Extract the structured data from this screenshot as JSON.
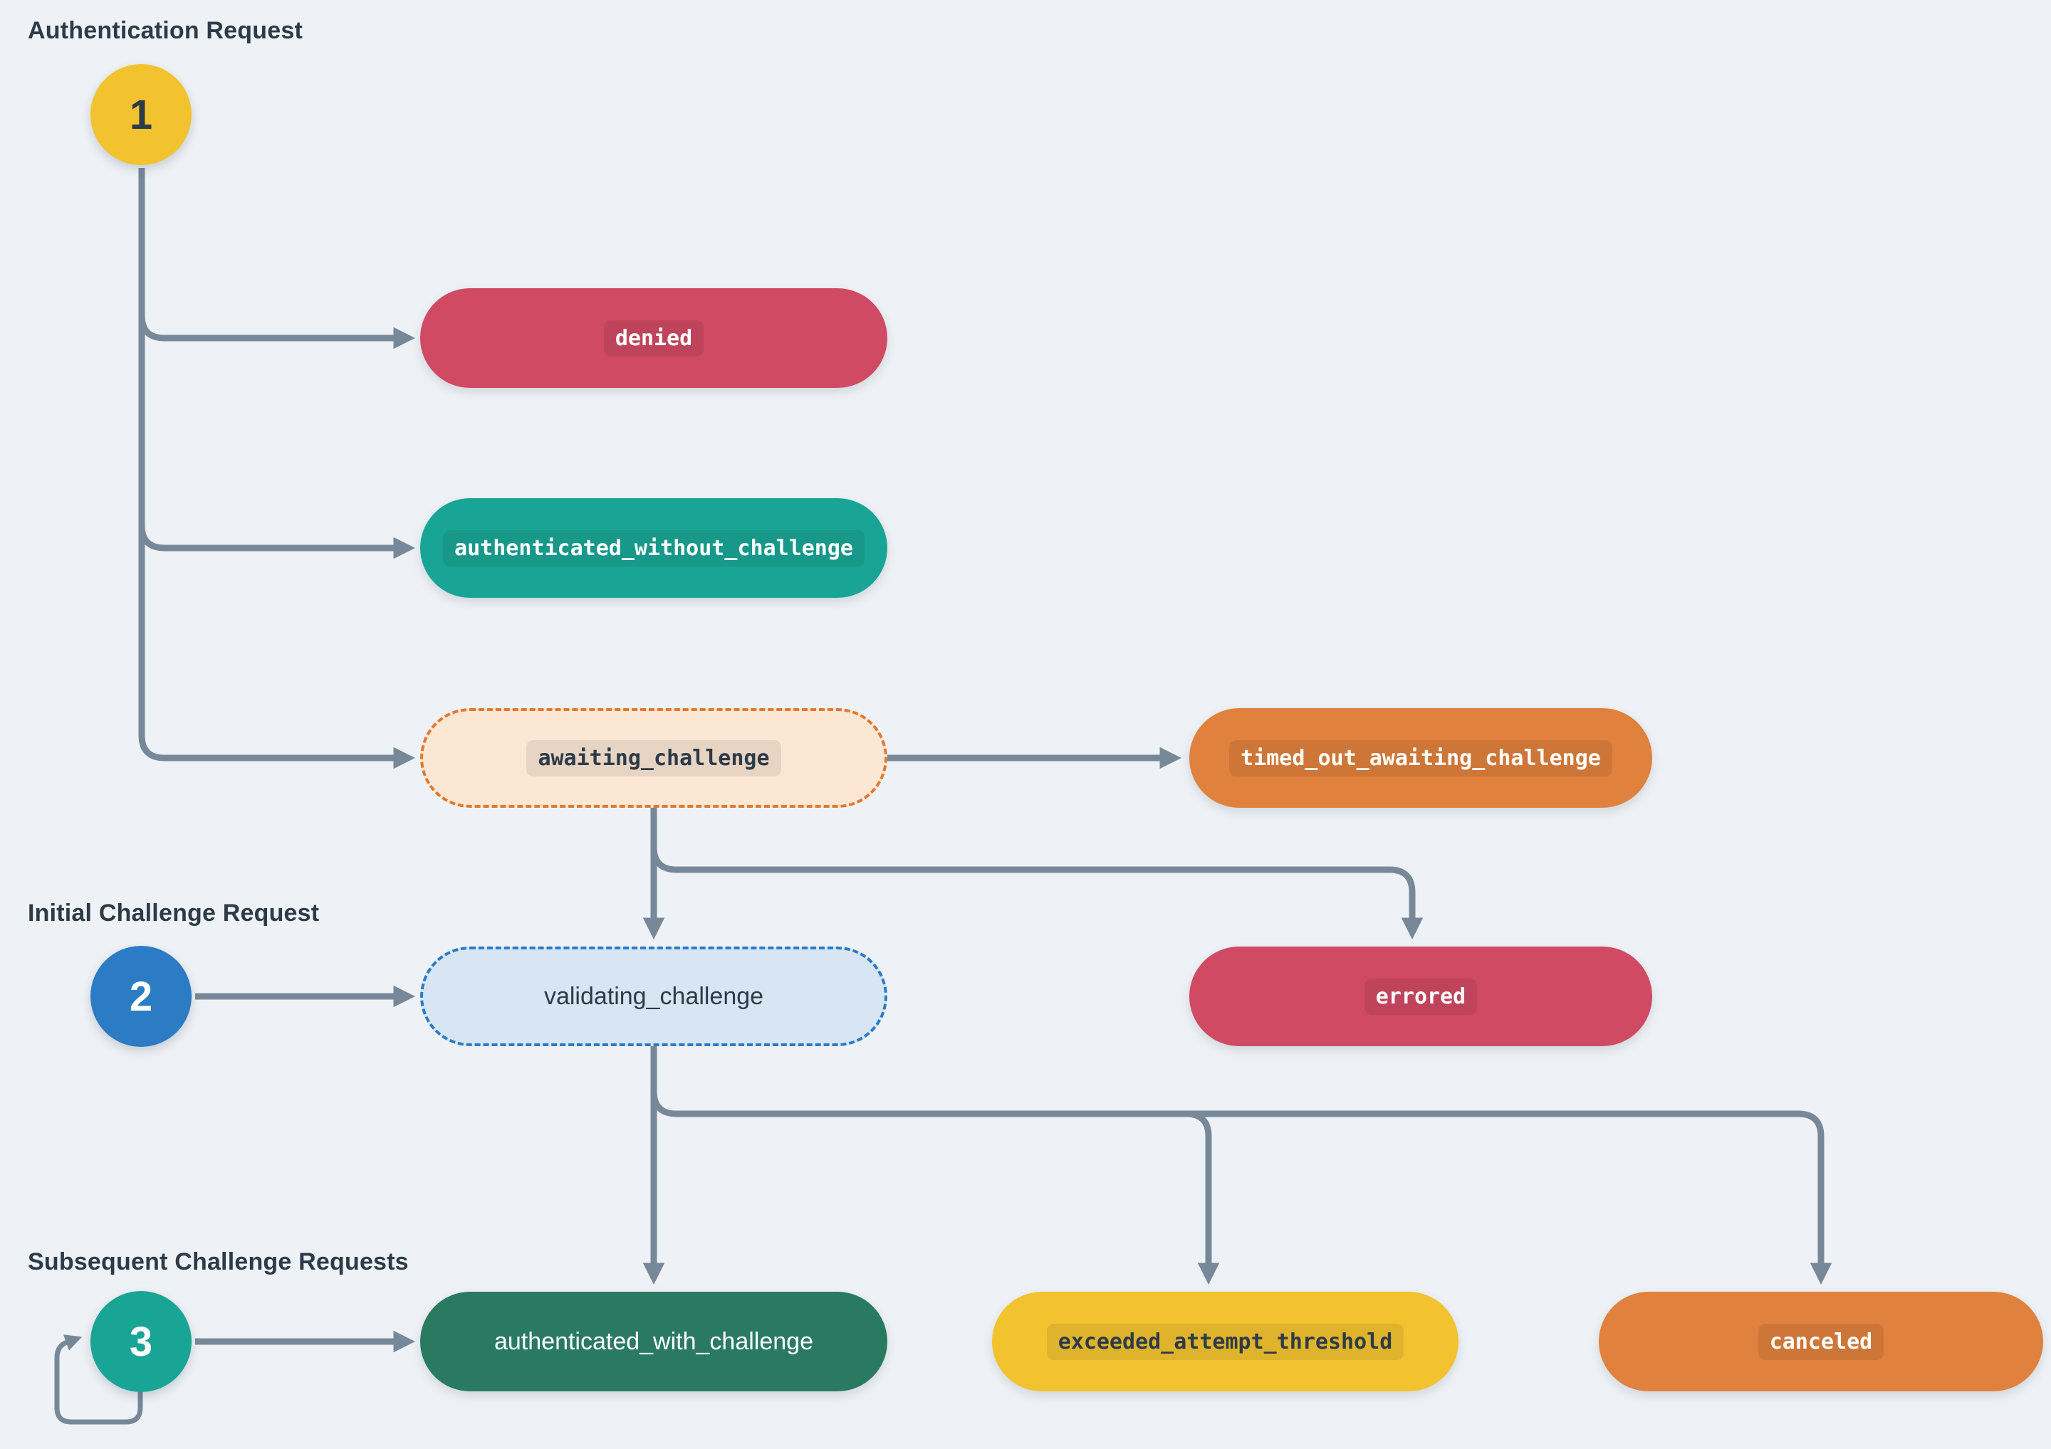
{
  "diagram_type": "state-machine-flowchart",
  "sections": [
    {
      "id": "authentication-request",
      "label": "Authentication Request",
      "step": "1",
      "circle_color": "#f2c32f"
    },
    {
      "id": "initial-challenge-request",
      "label": "Initial Challenge Request",
      "step": "2",
      "circle_color": "#2b7cc5"
    },
    {
      "id": "subsequent-challenge-requests",
      "label": "Subsequent Challenge Requests",
      "step": "3",
      "circle_color": "#19a595"
    }
  ],
  "nodes": {
    "denied": {
      "label": "denied",
      "style": "solid",
      "color": "#d04a63",
      "text_style": "code",
      "text_color": "#ffffff"
    },
    "authenticated_without_challenge": {
      "label": "authenticated_without_challenge",
      "style": "solid",
      "color": "#19a595",
      "text_style": "code",
      "text_color": "#ffffff"
    },
    "awaiting_challenge": {
      "label": "awaiting_challenge",
      "style": "dashed",
      "fill": "#fce6d4",
      "border": "#e0792f",
      "text_style": "code",
      "text_color": "#2d3b48"
    },
    "timed_out_awaiting_challenge": {
      "label": "timed_out_awaiting_challenge",
      "style": "solid",
      "color": "#e0813d",
      "text_style": "code",
      "text_color": "#ffffff"
    },
    "validating_challenge": {
      "label": "validating_challenge",
      "style": "dashed",
      "fill": "#d8e5f3",
      "border": "#2b7cc5",
      "text_style": "plain",
      "text_color": "#2d3b48"
    },
    "errored": {
      "label": "errored",
      "style": "solid",
      "color": "#d04a63",
      "text_style": "code",
      "text_color": "#ffffff"
    },
    "authenticated_with_challenge": {
      "label": "authenticated_with_challenge",
      "style": "solid",
      "color": "#2a7a62",
      "text_style": "plain",
      "text_color": "#ffffff"
    },
    "exceeded_attempt_threshold": {
      "label": "exceeded_attempt_threshold",
      "style": "solid",
      "color": "#f2c32f",
      "text_style": "code",
      "text_color": "#2d3b48"
    },
    "canceled": {
      "label": "canceled",
      "style": "solid",
      "color": "#e0813d",
      "text_style": "code",
      "text_color": "#ffffff"
    }
  },
  "edges": [
    {
      "from": "step-1",
      "to": "denied"
    },
    {
      "from": "step-1",
      "to": "authenticated_without_challenge"
    },
    {
      "from": "step-1",
      "to": "awaiting_challenge"
    },
    {
      "from": "awaiting_challenge",
      "to": "timed_out_awaiting_challenge"
    },
    {
      "from": "awaiting_challenge",
      "to": "validating_challenge"
    },
    {
      "from": "awaiting_challenge",
      "to": "errored"
    },
    {
      "from": "step-2",
      "to": "validating_challenge"
    },
    {
      "from": "validating_challenge",
      "to": "authenticated_with_challenge"
    },
    {
      "from": "validating_challenge",
      "to": "exceeded_attempt_threshold"
    },
    {
      "from": "validating_challenge",
      "to": "canceled"
    },
    {
      "from": "step-3",
      "to": "authenticated_with_challenge"
    },
    {
      "from": "step-3",
      "to": "step-3",
      "type": "self-loop"
    }
  ],
  "colors": {
    "background": "#eef2f6",
    "edge": "#778899",
    "heading_text": "#2d3b48",
    "red": "#d04a63",
    "teal": "#19a595",
    "orange": "#e0813d",
    "yellow": "#f2c32f",
    "green": "#2a7a62",
    "blue": "#2b7cc5",
    "awaiting_fill": "#fce6d4",
    "awaiting_border": "#e0792f",
    "validating_fill": "#d8e5f3",
    "validating_border": "#2b7cc5",
    "code_tag_overlay": "rgba(0,0,0,0.08)"
  }
}
